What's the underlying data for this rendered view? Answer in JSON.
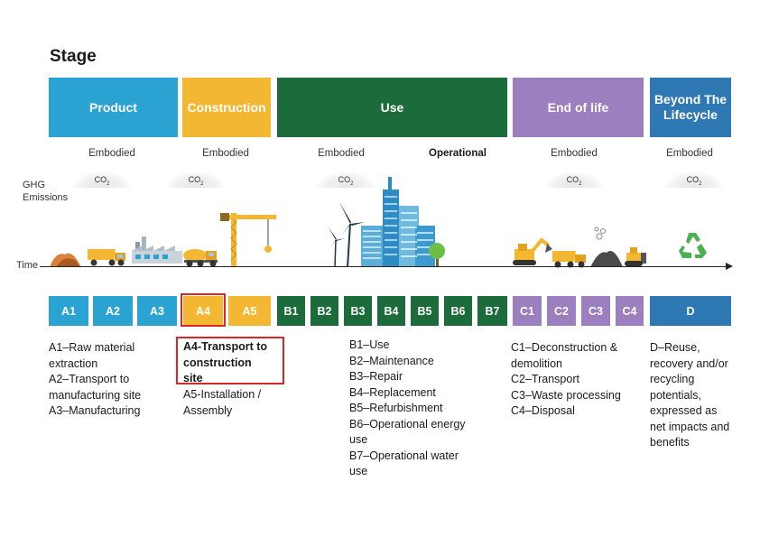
{
  "title": "Stage",
  "stages": [
    {
      "label": "Product",
      "color": "#2aa3d2"
    },
    {
      "label": "Construction",
      "color": "#f4b731"
    },
    {
      "label": "Use",
      "color": "#1c6b3a"
    },
    {
      "label": "End of life",
      "color": "#9c7fbe"
    },
    {
      "label": "Beyond The Lifecycle",
      "color": "#2e79b3"
    }
  ],
  "emissions_types": [
    "Embodied",
    "Embodied",
    "Embodied",
    "Operational",
    "Embodied",
    "Embodied"
  ],
  "co2_label": "CO",
  "co2_sub": "2",
  "ghg_label": "GHG Emissions",
  "time_label": "Time",
  "modules": [
    {
      "code": "A1",
      "color": "#2aa3d2"
    },
    {
      "code": "A2",
      "color": "#2aa3d2"
    },
    {
      "code": "A3",
      "color": "#2aa3d2"
    },
    {
      "code": "A4",
      "color": "#f4b731"
    },
    {
      "code": "A5",
      "color": "#f4b731"
    },
    {
      "code": "B1",
      "color": "#1c6b3a"
    },
    {
      "code": "B2",
      "color": "#1c6b3a"
    },
    {
      "code": "B3",
      "color": "#1c6b3a"
    },
    {
      "code": "B4",
      "color": "#1c6b3a"
    },
    {
      "code": "B5",
      "color": "#1c6b3a"
    },
    {
      "code": "B6",
      "color": "#1c6b3a"
    },
    {
      "code": "B7",
      "color": "#1c6b3a"
    },
    {
      "code": "C1",
      "color": "#9c7fbe"
    },
    {
      "code": "C2",
      "color": "#9c7fbe"
    },
    {
      "code": "C3",
      "color": "#9c7fbe"
    },
    {
      "code": "C4",
      "color": "#9c7fbe"
    },
    {
      "code": "D",
      "color": "#2e79b3"
    }
  ],
  "descriptions": {
    "a": [
      "A1–Raw material",
      "extraction",
      "A2–Transport to",
      "manufacturing site",
      "A3–Manufacturing"
    ],
    "a4": [
      "A4-Transport to",
      "construction",
      "site"
    ],
    "a5": [
      "A5-Installation /",
      "Assembly"
    ],
    "b": [
      "B1–Use",
      "B2–Maintenance",
      "B3–Repair",
      "B4–Replacement",
      "B5–Refurbishment",
      "B6–Operational energy",
      "use",
      "B7–Operational water",
      "use"
    ],
    "c": [
      "C1–Deconstruction &",
      "demolition",
      "C2–Transport",
      "C3–Waste processing",
      "C4–Disposal"
    ],
    "d": [
      "D–Reuse,",
      "recovery and/or",
      "recycling",
      "potentials,",
      "expressed as",
      "net impacts and",
      "benefits"
    ]
  },
  "highlight_color": "#d9262b"
}
